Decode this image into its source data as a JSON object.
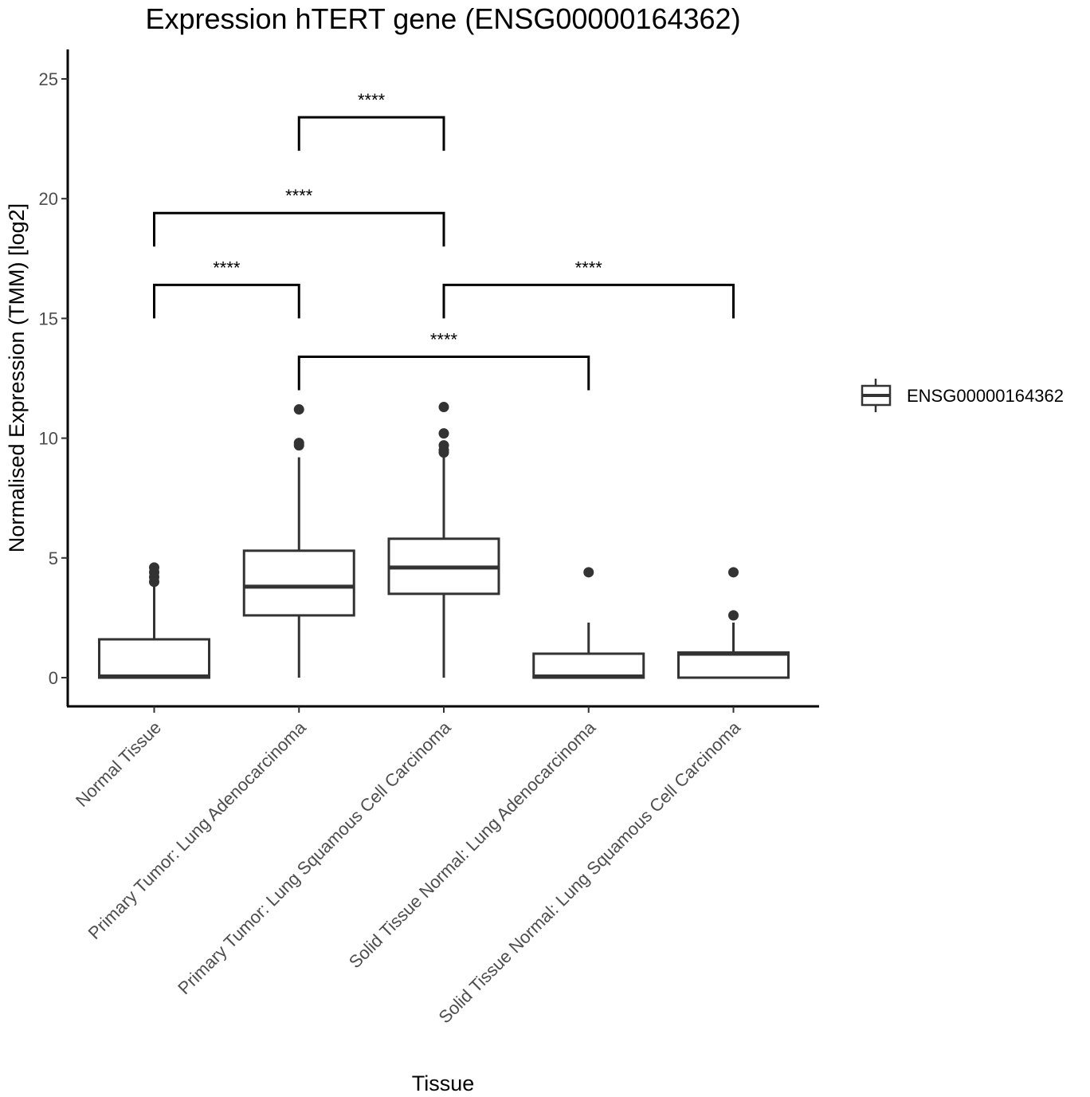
{
  "chart_data": {
    "type": "boxplot",
    "title": "Expression hTERT gene (ENSG00000164362)",
    "xlabel": "Tissue",
    "ylabel": "Normalised Expression (TMM) [log2]",
    "ylim": [
      -1.2,
      26.2
    ],
    "yticks": [
      0,
      5,
      10,
      15,
      20,
      25
    ],
    "grid": false,
    "legend": {
      "position": "right",
      "entries": [
        "ENSG00000164362"
      ]
    },
    "categories": [
      "Normal Tissue",
      "Primary Tumor: Lung Adenocarcinoma",
      "Primary Tumor: Lung Squamous Cell Carcinoma",
      "Solid Tissue Normal: Lung Adenocarcinoma",
      "Solid Tissue Normal: Lung Squamous Cell Carcinoma"
    ],
    "series": [
      {
        "name": "ENSG00000164362",
        "boxes": [
          {
            "category": "Normal Tissue",
            "lower_whisker": 0,
            "q1": 0,
            "median": 0.05,
            "q3": 1.6,
            "upper_whisker": 3.9,
            "outliers": [
              4.0,
              4.2,
              4.4,
              4.6
            ]
          },
          {
            "category": "Primary Tumor: Lung Adenocarcinoma",
            "lower_whisker": 0,
            "q1": 2.6,
            "median": 3.8,
            "q3": 5.3,
            "upper_whisker": 9.2,
            "outliers": [
              9.7,
              9.8,
              11.2
            ]
          },
          {
            "category": "Primary Tumor: Lung Squamous Cell Carcinoma",
            "lower_whisker": 0,
            "q1": 3.5,
            "median": 4.6,
            "q3": 5.8,
            "upper_whisker": 9.3,
            "outliers": [
              9.4,
              9.5,
              9.7,
              10.2,
              11.3
            ]
          },
          {
            "category": "Solid Tissue Normal: Lung Adenocarcinoma",
            "lower_whisker": 0,
            "q1": 0,
            "median": 0.05,
            "q3": 1.0,
            "upper_whisker": 2.3,
            "outliers": [
              4.4
            ]
          },
          {
            "category": "Solid Tissue Normal: Lung Squamous Cell Carcinoma",
            "lower_whisker": 0,
            "q1": 0,
            "median": 1.0,
            "q3": 1.05,
            "upper_whisker": 2.3,
            "outliers": [
              2.6,
              4.4
            ]
          }
        ]
      }
    ],
    "comparisons": [
      {
        "groups": [
          1,
          2
        ],
        "y": 23.4,
        "left_tip": 22.0,
        "right_tip": 22.0,
        "label": "****"
      },
      {
        "groups": [
          0,
          2
        ],
        "y": 19.4,
        "left_tip": 18.0,
        "right_tip": 18.0,
        "label": "****"
      },
      {
        "groups": [
          0,
          1
        ],
        "y": 16.4,
        "left_tip": 15.0,
        "right_tip": 15.0,
        "label": "****"
      },
      {
        "groups": [
          2,
          4
        ],
        "y": 16.4,
        "left_tip": 15.0,
        "right_tip": 15.0,
        "label": "****"
      },
      {
        "groups": [
          1,
          3
        ],
        "y": 13.4,
        "left_tip": 12.0,
        "right_tip": 12.0,
        "label": "****"
      }
    ]
  }
}
